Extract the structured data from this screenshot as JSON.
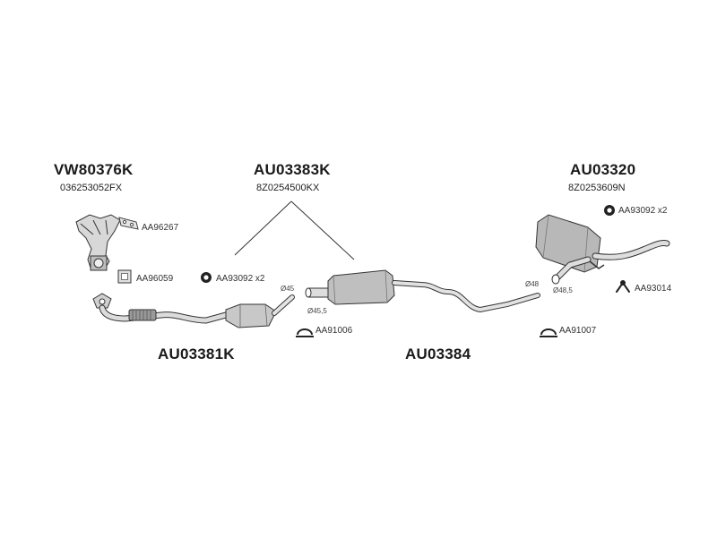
{
  "groups": {
    "manifold": {
      "code": "VW80376K",
      "ref": "036253052FX"
    },
    "middle": {
      "code": "AU03383K",
      "ref": "8Z0254500KX"
    },
    "rear": {
      "code": "AU03320",
      "ref": "8Z0253609N"
    },
    "front_pipe": {
      "code": "AU03381K"
    },
    "center_pipe": {
      "code": "AU03384"
    }
  },
  "parts": {
    "gasket_manifold": "AA96267",
    "gasket_square": "AA96059",
    "hanger_front": "AA93092 x2",
    "clamp_front": "AA91006",
    "clamp_rear": "AA91007",
    "hanger_rear": "AA93092 x2",
    "bracket_rear": "AA93014"
  },
  "dimensions": {
    "d45": "Ø45",
    "d45_5": "Ø45,5",
    "d48": "Ø48",
    "d48_5": "Ø48,5"
  },
  "colors": {
    "line": "#333333",
    "part_fill": "#cfcfcf",
    "part_dark": "#8a8a8a"
  }
}
